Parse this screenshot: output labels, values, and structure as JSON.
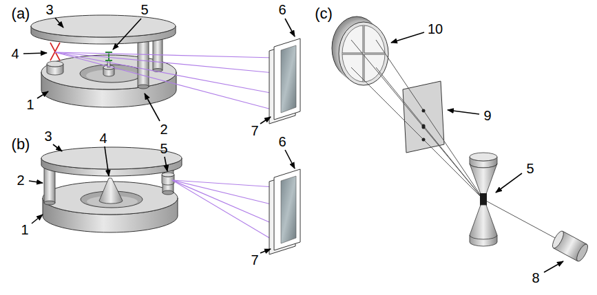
{
  "diagram": {
    "labels": [
      "(a)",
      "3",
      "5",
      "4",
      "6",
      "1",
      "2",
      "7",
      "(b)",
      "3",
      "4",
      "5",
      "2",
      "1",
      "6",
      "7",
      "(c)",
      "10",
      "9",
      "5",
      "8"
    ]
  }
}
